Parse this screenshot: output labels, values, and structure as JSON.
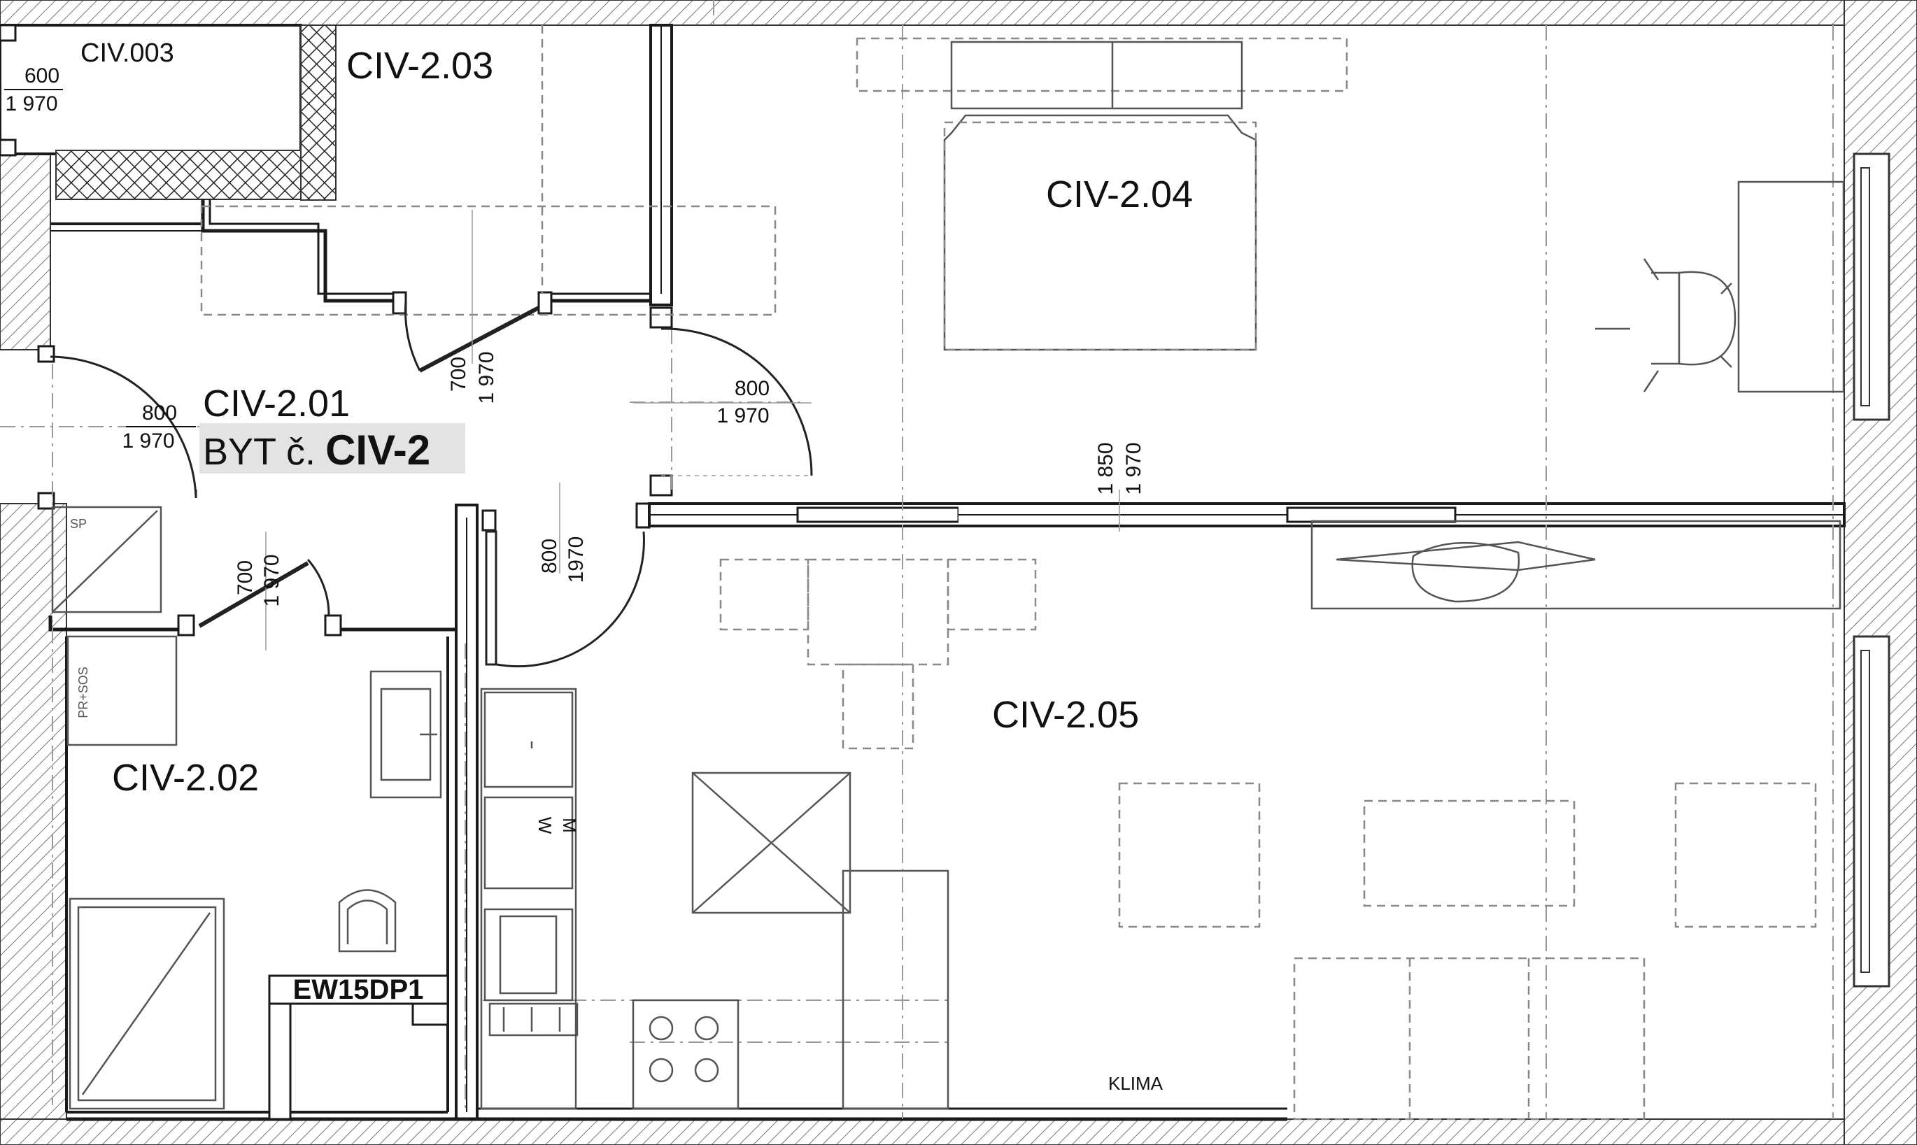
{
  "rooms": {
    "civ003": "CIV.003",
    "civ203": "CIV-2.03",
    "civ204": "CIV-2.04",
    "civ201": "CIV-2.01",
    "civ202": "CIV-2.02",
    "civ205": "CIV-2.05"
  },
  "apartment": {
    "prefix": "BYT č.",
    "code": "CIV-2"
  },
  "doors": {
    "d_civ003": {
      "width": "600",
      "height": "1 970"
    },
    "d_entry": {
      "width": "800",
      "height": "1 970"
    },
    "d_civ203": {
      "width": "700",
      "height": "1 970"
    },
    "d_civ204": {
      "width": "800",
      "height": "1 970"
    },
    "d_civ205": {
      "width": "800",
      "height": "1970"
    },
    "d_sliding": {
      "width": "1 850",
      "height": "1 970"
    },
    "d_bath": {
      "width": "700",
      "height": "1 970"
    }
  },
  "labels": {
    "sp": "SP",
    "pr": "PR+SOS",
    "wm": "W",
    "m": "M",
    "klima": "KLIMA",
    "ew": "EW15DP1"
  },
  "colors": {
    "line": "#1a1a1a",
    "dashed": "#888888",
    "highlight": "#e3e3e3"
  }
}
